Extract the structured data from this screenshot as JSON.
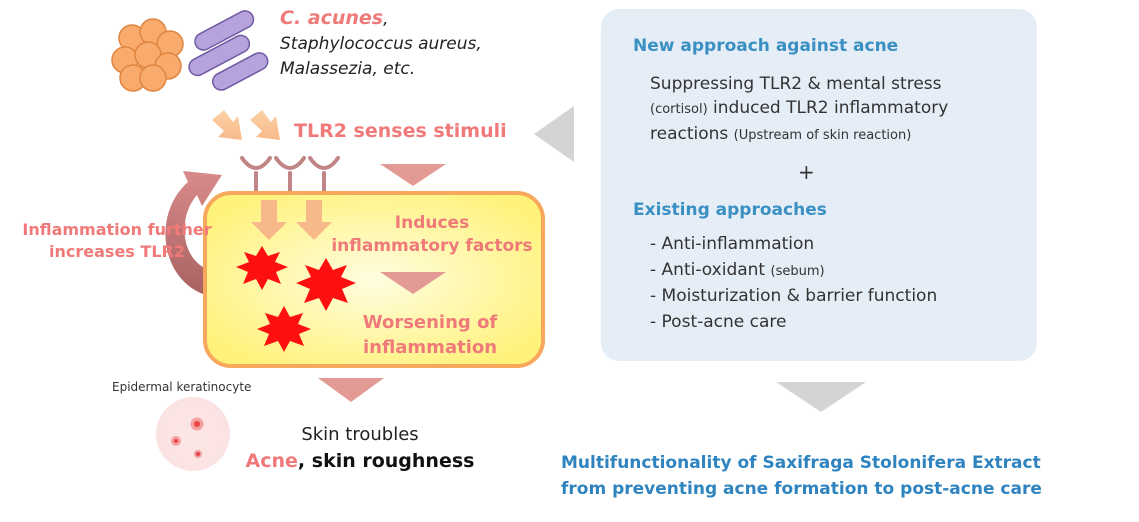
{
  "organisms": {
    "primary": "C. acunes",
    "separator": ",",
    "secondary": "Staphylococcus aureus,",
    "tertiary": "Malassezia, etc."
  },
  "labels": {
    "tlr2_senses": "TLR2 senses stimuli",
    "inflammation_further_1": "Inflammation further",
    "inflammation_further_2": "increases TLR2",
    "induces_1": "Induces",
    "induces_2": "inflammatory factors",
    "worsening_1": "Worsening of",
    "worsening_2": "inflammation",
    "epidermal": "Epidermal keratinocyte",
    "skin_troubles": "Skin troubles",
    "acne": "Acne",
    "acne_rest": ", skin roughness"
  },
  "panel": {
    "title": "New approach against acne",
    "desc_1": "Suppressing TLR2 & mental stress",
    "desc_2_small": "(cortisol)",
    "desc_2": " induced TLR2 inflammatory",
    "desc_3": "reactions ",
    "desc_3_small": "(Upstream of skin reaction)",
    "plus": "+",
    "existing_title": "Existing approaches",
    "items": [
      {
        "text": "- Anti-inflammation",
        "note": ""
      },
      {
        "text": "- Anti-oxidant ",
        "note": "(sebum)"
      },
      {
        "text": "- Moisturization & barrier function",
        "note": ""
      },
      {
        "text": "- Post-acne care",
        "note": ""
      }
    ]
  },
  "conclusion": {
    "line_1": "Multifunctionality of Saxifraga Stolonifera Extract",
    "line_2": "from preventing acne formation to post-acne care"
  },
  "colors": {
    "accent_pink": "#f07a7a",
    "accent_blue": "#3a8fc3",
    "panel_bg": "#e5eef7",
    "cell_fill": "#fff59a",
    "cell_border": "#f7a85c"
  }
}
